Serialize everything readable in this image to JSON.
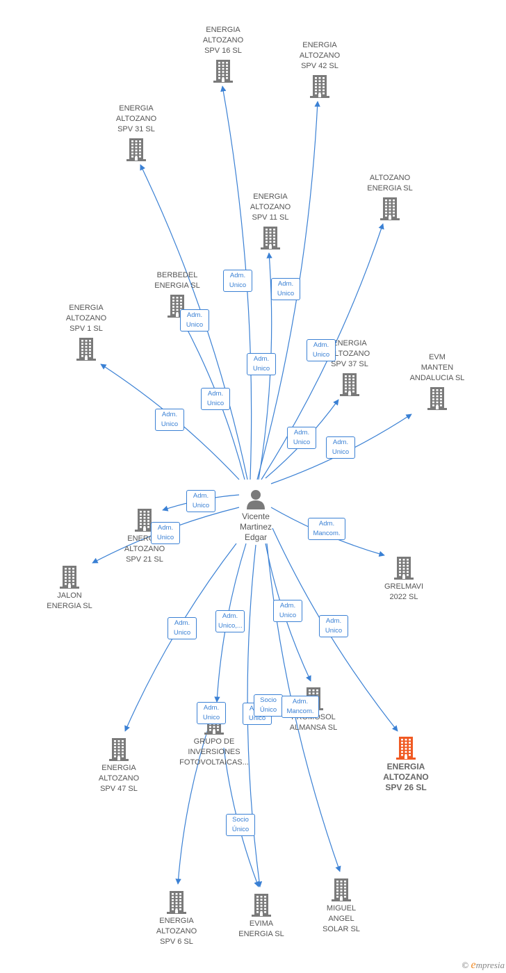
{
  "colors": {
    "edge": "#3a80d4",
    "building": "#7a7a7a",
    "focus": "#f05a23",
    "person": "#7a7a7a"
  },
  "person": {
    "label": "Vicente\nMartinez\nEdgar",
    "icon": "person-icon"
  },
  "nodes": [
    {
      "id": "spv16",
      "label": "ENERGIA\nALTOZANO\nSPV 16  SL",
      "icon": "building-icon",
      "label_pos": "above"
    },
    {
      "id": "spv42",
      "label": "ENERGIA\nALTOZANO\nSPV 42  SL",
      "icon": "building-icon",
      "label_pos": "above"
    },
    {
      "id": "spv31",
      "label": "ENERGIA\nALTOZANO\nSPV 31  SL",
      "icon": "building-icon",
      "label_pos": "above"
    },
    {
      "id": "spv11",
      "label": "ENERGIA\nALTOZANO\nSPV 11  SL",
      "icon": "building-icon",
      "label_pos": "above"
    },
    {
      "id": "altener",
      "label": "ALTOZANO\nENERGIA  SL",
      "icon": "building-icon",
      "label_pos": "above"
    },
    {
      "id": "berbedel",
      "label": "BERBEDEL\nENERGIA  SL",
      "icon": "building-icon",
      "label_pos": "above"
    },
    {
      "id": "spv1",
      "label": "ENERGIA\nALTOZANO\nSPV 1  SL",
      "icon": "building-icon",
      "label_pos": "above"
    },
    {
      "id": "spv37",
      "label": "ENERGIA\nALTOZANO\nSPV 37  SL",
      "icon": "building-icon",
      "label_pos": "above"
    },
    {
      "id": "evm",
      "label": "EVM\nMANTEN\nANDALUCIA  SL",
      "icon": "building-icon",
      "label_pos": "above"
    },
    {
      "id": "spv21",
      "label": "ENERGIA\nALTOZANO\nSPV 21  SL",
      "icon": "building-icon",
      "label_pos": "below"
    },
    {
      "id": "jalon",
      "label": "JALON\nENERGIA  SL",
      "icon": "building-icon",
      "label_pos": "below"
    },
    {
      "id": "grelmavi",
      "label": "GRELMAVI\n2022  SL",
      "icon": "building-icon",
      "label_pos": "below"
    },
    {
      "id": "spv47",
      "label": "ENERGIA\nALTOZANO\nSPV 47  SL",
      "icon": "building-icon",
      "label_pos": "below"
    },
    {
      "id": "grupo",
      "label": "GRUPO DE\nINVERSIONES\nFOTOVOLTAICAS...",
      "icon": "building-icon",
      "label_pos": "below"
    },
    {
      "id": "promosol",
      "label": "PROMOSOL\nALMANSA  SL",
      "icon": "building-icon",
      "label_pos": "below"
    },
    {
      "id": "spv26",
      "label": "ENERGIA\nALTOZANO\nSPV 26  SL",
      "icon": "building-icon",
      "label_pos": "below",
      "focus": true
    },
    {
      "id": "spv6",
      "label": "ENERGIA\nALTOZANO\nSPV 6  SL",
      "icon": "building-icon",
      "label_pos": "below"
    },
    {
      "id": "evima",
      "label": "EVIMA\nENERGIA  SL",
      "icon": "building-icon",
      "label_pos": "below"
    },
    {
      "id": "miguel",
      "label": "MIGUEL\nANGEL\nSOLAR SL",
      "icon": "building-icon",
      "label_pos": "below"
    }
  ],
  "edges": [
    {
      "from": "person",
      "to": "spv16",
      "label": "Adm.\nUnico"
    },
    {
      "from": "person",
      "to": "spv42",
      "label": "Adm.\nUnico"
    },
    {
      "from": "person",
      "to": "spv31",
      "label": "Adm.\nUnico"
    },
    {
      "from": "person",
      "to": "spv11",
      "label": "Adm.\nUnico"
    },
    {
      "from": "person",
      "to": "altener",
      "label": "Adm.\nUnico"
    },
    {
      "from": "person",
      "to": "berbedel",
      "label": "Adm.\nUnico"
    },
    {
      "from": "person",
      "to": "spv1",
      "label": "Adm.\nUnico"
    },
    {
      "from": "person",
      "to": "spv37",
      "label": "Adm.\nUnico"
    },
    {
      "from": "person",
      "to": "evm",
      "label": "Adm.\nUnico"
    },
    {
      "from": "person",
      "to": "spv21",
      "label": "Adm.\nUnico"
    },
    {
      "from": "person",
      "to": "jalon",
      "label": "Adm.\nUnico"
    },
    {
      "from": "person",
      "to": "grelmavi",
      "label": "Adm.\nMancom."
    },
    {
      "from": "person",
      "to": "spv47",
      "label": "Adm.\nUnico"
    },
    {
      "from": "person",
      "to": "grupo",
      "label": "Adm.\nUnico,..."
    },
    {
      "from": "person",
      "to": "promosol",
      "label": "Adm.\nUnico"
    },
    {
      "from": "person",
      "to": "spv26",
      "label": "Adm.\nUnico"
    },
    {
      "from": "grupo",
      "to": "spv6",
      "label": "Adm.\nUnico"
    },
    {
      "from": "grupo",
      "to": "evima",
      "label": "Socio\nÚnico"
    },
    {
      "from": "person",
      "to": "evima",
      "label": "Adm.\nUnico"
    },
    {
      "from": "evima",
      "to": "promosol",
      "label": "Socio\nÚnico"
    },
    {
      "from": "person",
      "to": "miguel",
      "label": "Adm.\nMancom."
    }
  ],
  "footer": {
    "copyright": "©",
    "brand_initial": "e",
    "brand_rest": "mpresia"
  }
}
